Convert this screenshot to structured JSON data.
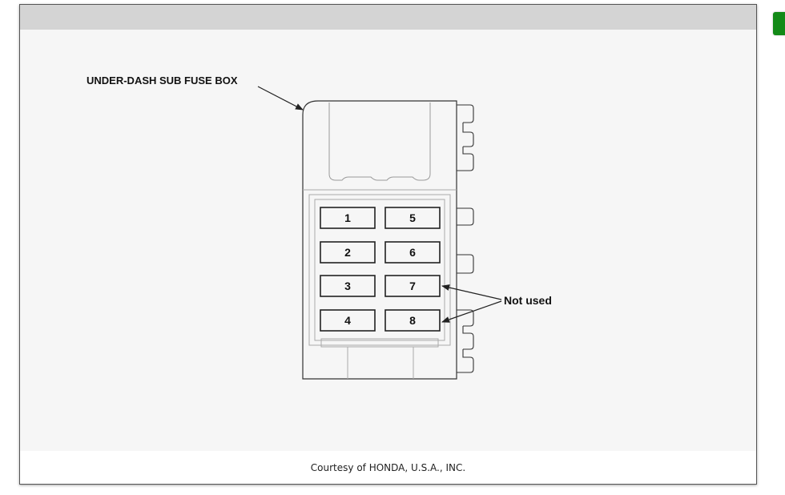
{
  "diagram": {
    "label_fuse_box": "UNDER-DASH SUB FUSE BOX",
    "label_not_used": "Not used",
    "fuses": [
      {
        "number": "1"
      },
      {
        "number": "2"
      },
      {
        "number": "3"
      },
      {
        "number": "4"
      },
      {
        "number": "5"
      },
      {
        "number": "6"
      },
      {
        "number": "7"
      },
      {
        "number": "8"
      }
    ]
  },
  "caption": "Courtesy of HONDA, U.S.A., INC.",
  "colors": {
    "header_bar": "#d4d4d4",
    "figure_background": "#f6f6f6",
    "outline": "#333333",
    "inner_outline": "#9a9a9a",
    "side_tab": "#138a17"
  }
}
